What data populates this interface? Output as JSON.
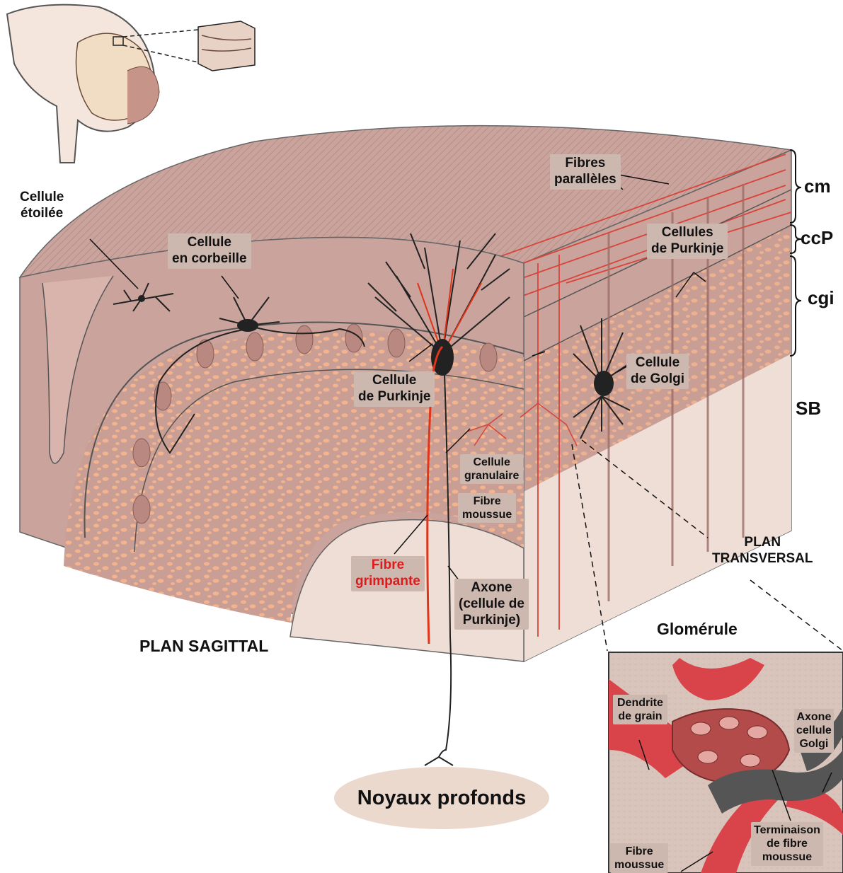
{
  "labels": {
    "cellule_etoilee": "Cellule\nétoilée",
    "cellule_corbeille": "Cellule\nen corbeille",
    "fibres_paralleles": "Fibres\nparallèles",
    "cellules_purkinje": "Cellules\nde Purkinje",
    "cellule_purkinje": "Cellule\nde Purkinje",
    "cellule_golgi": "Cellule\nde Golgi",
    "cellule_granulaire": "Cellule\ngranulaire",
    "fibre_moussue": "Fibre\nmoussue",
    "fibre_grimpante": "Fibre\ngrimpante",
    "axone_purkinje": "Axone\n(cellule de\nPurkinje)",
    "plan_sagittal": "PLAN SAGITTAL",
    "plan_transversal": "PLAN\nTRANSVERSAL",
    "glomerule": "Glomérule",
    "noyaux_profonds": "Noyaux profonds",
    "dendrite_grain": "Dendrite\nde grain",
    "axone_golgi": "Axone\ncellule\nGolgi",
    "terminaison_fibre_moussue": "Terminaison\nde fibre\nmoussue",
    "fibre_moussue_inset": "Fibre\nmoussue"
  },
  "layers": {
    "cm": "cm",
    "ccp": "ccP",
    "cgi": "cgi",
    "sb": "SB"
  },
  "colors": {
    "tissue": "#c9a39c",
    "tissue_dark": "#a97d76",
    "granule": "#f2b38e",
    "white_matter": "#eeded6",
    "climbing_fiber": "#e0351a",
    "label_box": "#cdb8b0",
    "inset_bg": "#d9c4bb",
    "inset_red": "#d8444a",
    "inset_gray": "#555555"
  }
}
